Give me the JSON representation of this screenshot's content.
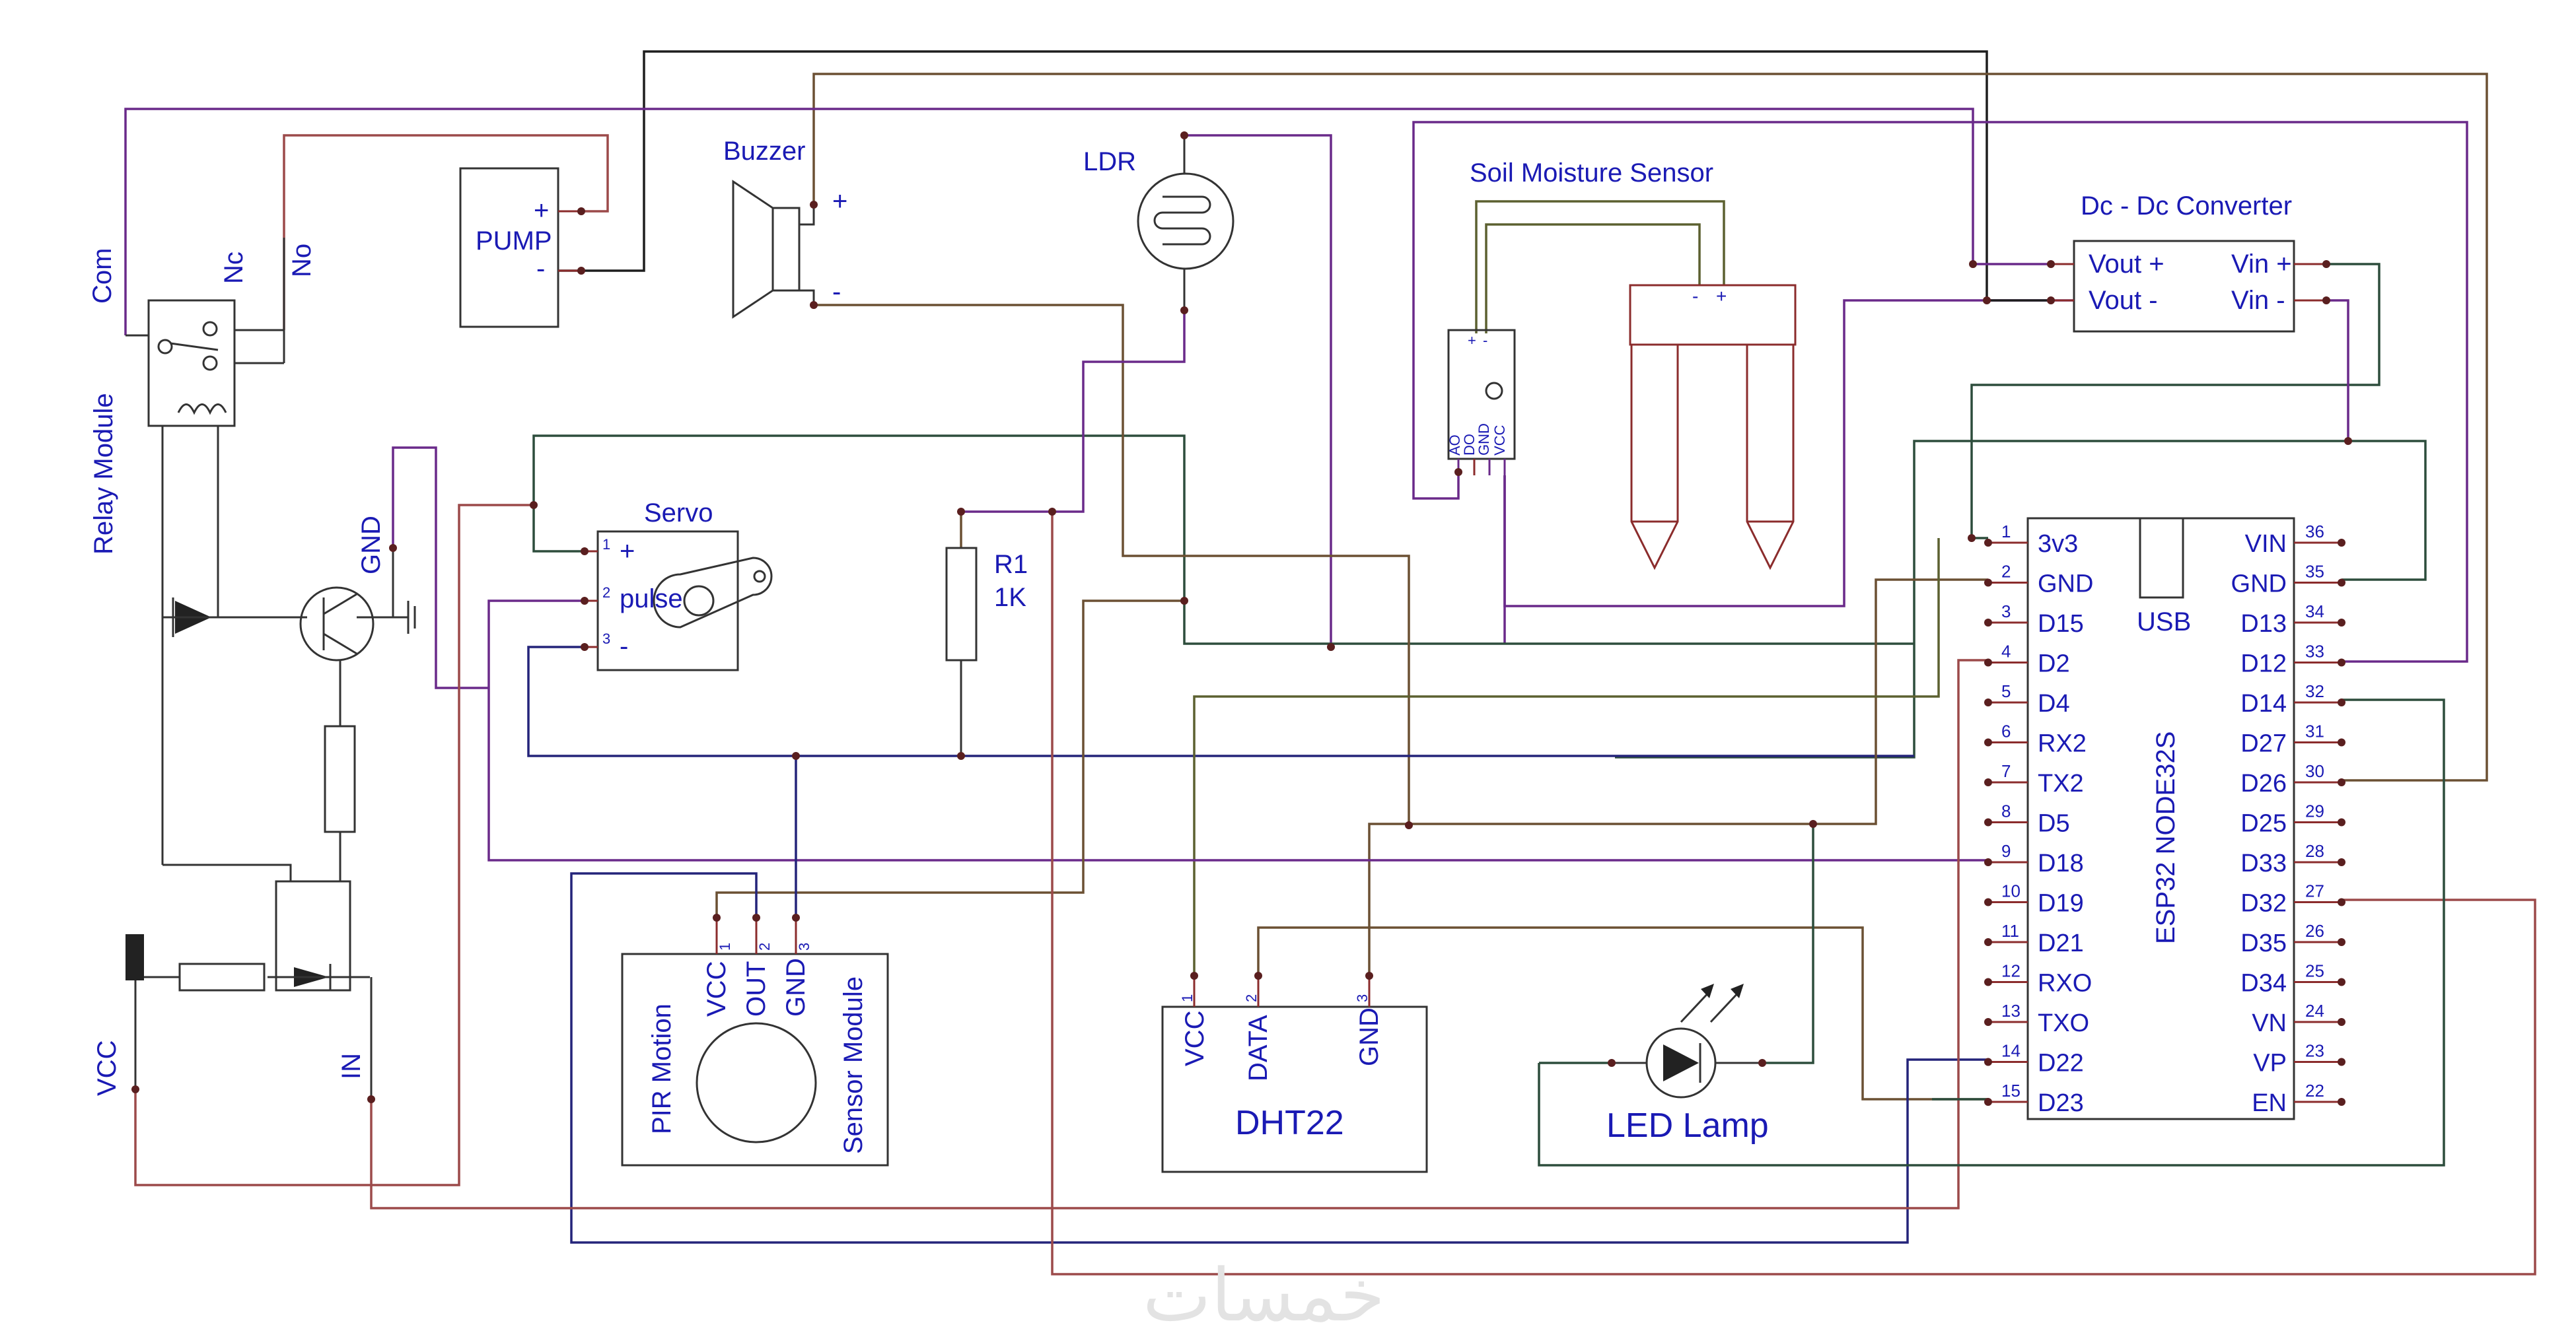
{
  "relay": {
    "title": "Relay Module",
    "com": "Com",
    "nc": "Nc",
    "no": "No",
    "gnd": "GND",
    "vcc": "VCC",
    "in": "IN"
  },
  "pump": {
    "label": "PUMP",
    "plus": "+",
    "minus": "-"
  },
  "buzzer": {
    "label": "Buzzer",
    "plus": "+",
    "minus": "-"
  },
  "ldr": {
    "label": "LDR"
  },
  "resistor": {
    "name": "R1",
    "value": "1K"
  },
  "servo": {
    "label": "Servo",
    "pin1": "+",
    "pin2": "pulse",
    "pin3": "-",
    "n1": "1",
    "n2": "2",
    "n3": "3"
  },
  "soil": {
    "label": "Soil Moisture Sensor",
    "probe_minus": "-",
    "probe_plus": "+",
    "mod_plus": "+",
    "mod_minus": "-",
    "p_ao": "AO",
    "p_do": "DO",
    "p_gnd": "GND",
    "p_vcc": "VCC"
  },
  "dcdc": {
    "label": "Dc - Dc Converter",
    "vout_plus": "Vout +",
    "vout_minus": "Vout -",
    "vin_plus": "Vin +",
    "vin_minus": "Vin -"
  },
  "pir": {
    "line1": "PIR Motion",
    "line2": "Sensor Module",
    "vcc": "VCC",
    "out": "OUT",
    "gnd": "GND",
    "n1": "1",
    "n2": "2",
    "n3": "3"
  },
  "dht": {
    "label": "DHT22",
    "vcc": "VCC",
    "data": "DATA",
    "gnd": "GND",
    "n1": "1",
    "n2": "2",
    "n3": "3"
  },
  "led": {
    "label": "LED Lamp"
  },
  "esp32": {
    "title": "ESP32 NODE32S",
    "usb": "USB",
    "left_pins": [
      {
        "num": "1",
        "name": "3v3"
      },
      {
        "num": "2",
        "name": "GND"
      },
      {
        "num": "3",
        "name": "D15"
      },
      {
        "num": "4",
        "name": "D2"
      },
      {
        "num": "5",
        "name": "D4"
      },
      {
        "num": "6",
        "name": "RX2"
      },
      {
        "num": "7",
        "name": "TX2"
      },
      {
        "num": "8",
        "name": "D5"
      },
      {
        "num": "9",
        "name": "D18"
      },
      {
        "num": "10",
        "name": "D19"
      },
      {
        "num": "11",
        "name": "D21"
      },
      {
        "num": "12",
        "name": "RXO"
      },
      {
        "num": "13",
        "name": "TXO"
      },
      {
        "num": "14",
        "name": "D22"
      },
      {
        "num": "15",
        "name": "D23"
      }
    ],
    "right_pins": [
      {
        "num": "36",
        "name": "VIN"
      },
      {
        "num": "35",
        "name": "GND"
      },
      {
        "num": "34",
        "name": "D13"
      },
      {
        "num": "33",
        "name": "D12"
      },
      {
        "num": "32",
        "name": "D14"
      },
      {
        "num": "31",
        "name": "D27"
      },
      {
        "num": "30",
        "name": "D26"
      },
      {
        "num": "29",
        "name": "D25"
      },
      {
        "num": "28",
        "name": "D33"
      },
      {
        "num": "27",
        "name": "D32"
      },
      {
        "num": "26",
        "name": "D35"
      },
      {
        "num": "25",
        "name": "D34"
      },
      {
        "num": "24",
        "name": "VN"
      },
      {
        "num": "23",
        "name": "VP"
      },
      {
        "num": "22",
        "name": "EN"
      }
    ]
  },
  "watermark": "خمسات"
}
